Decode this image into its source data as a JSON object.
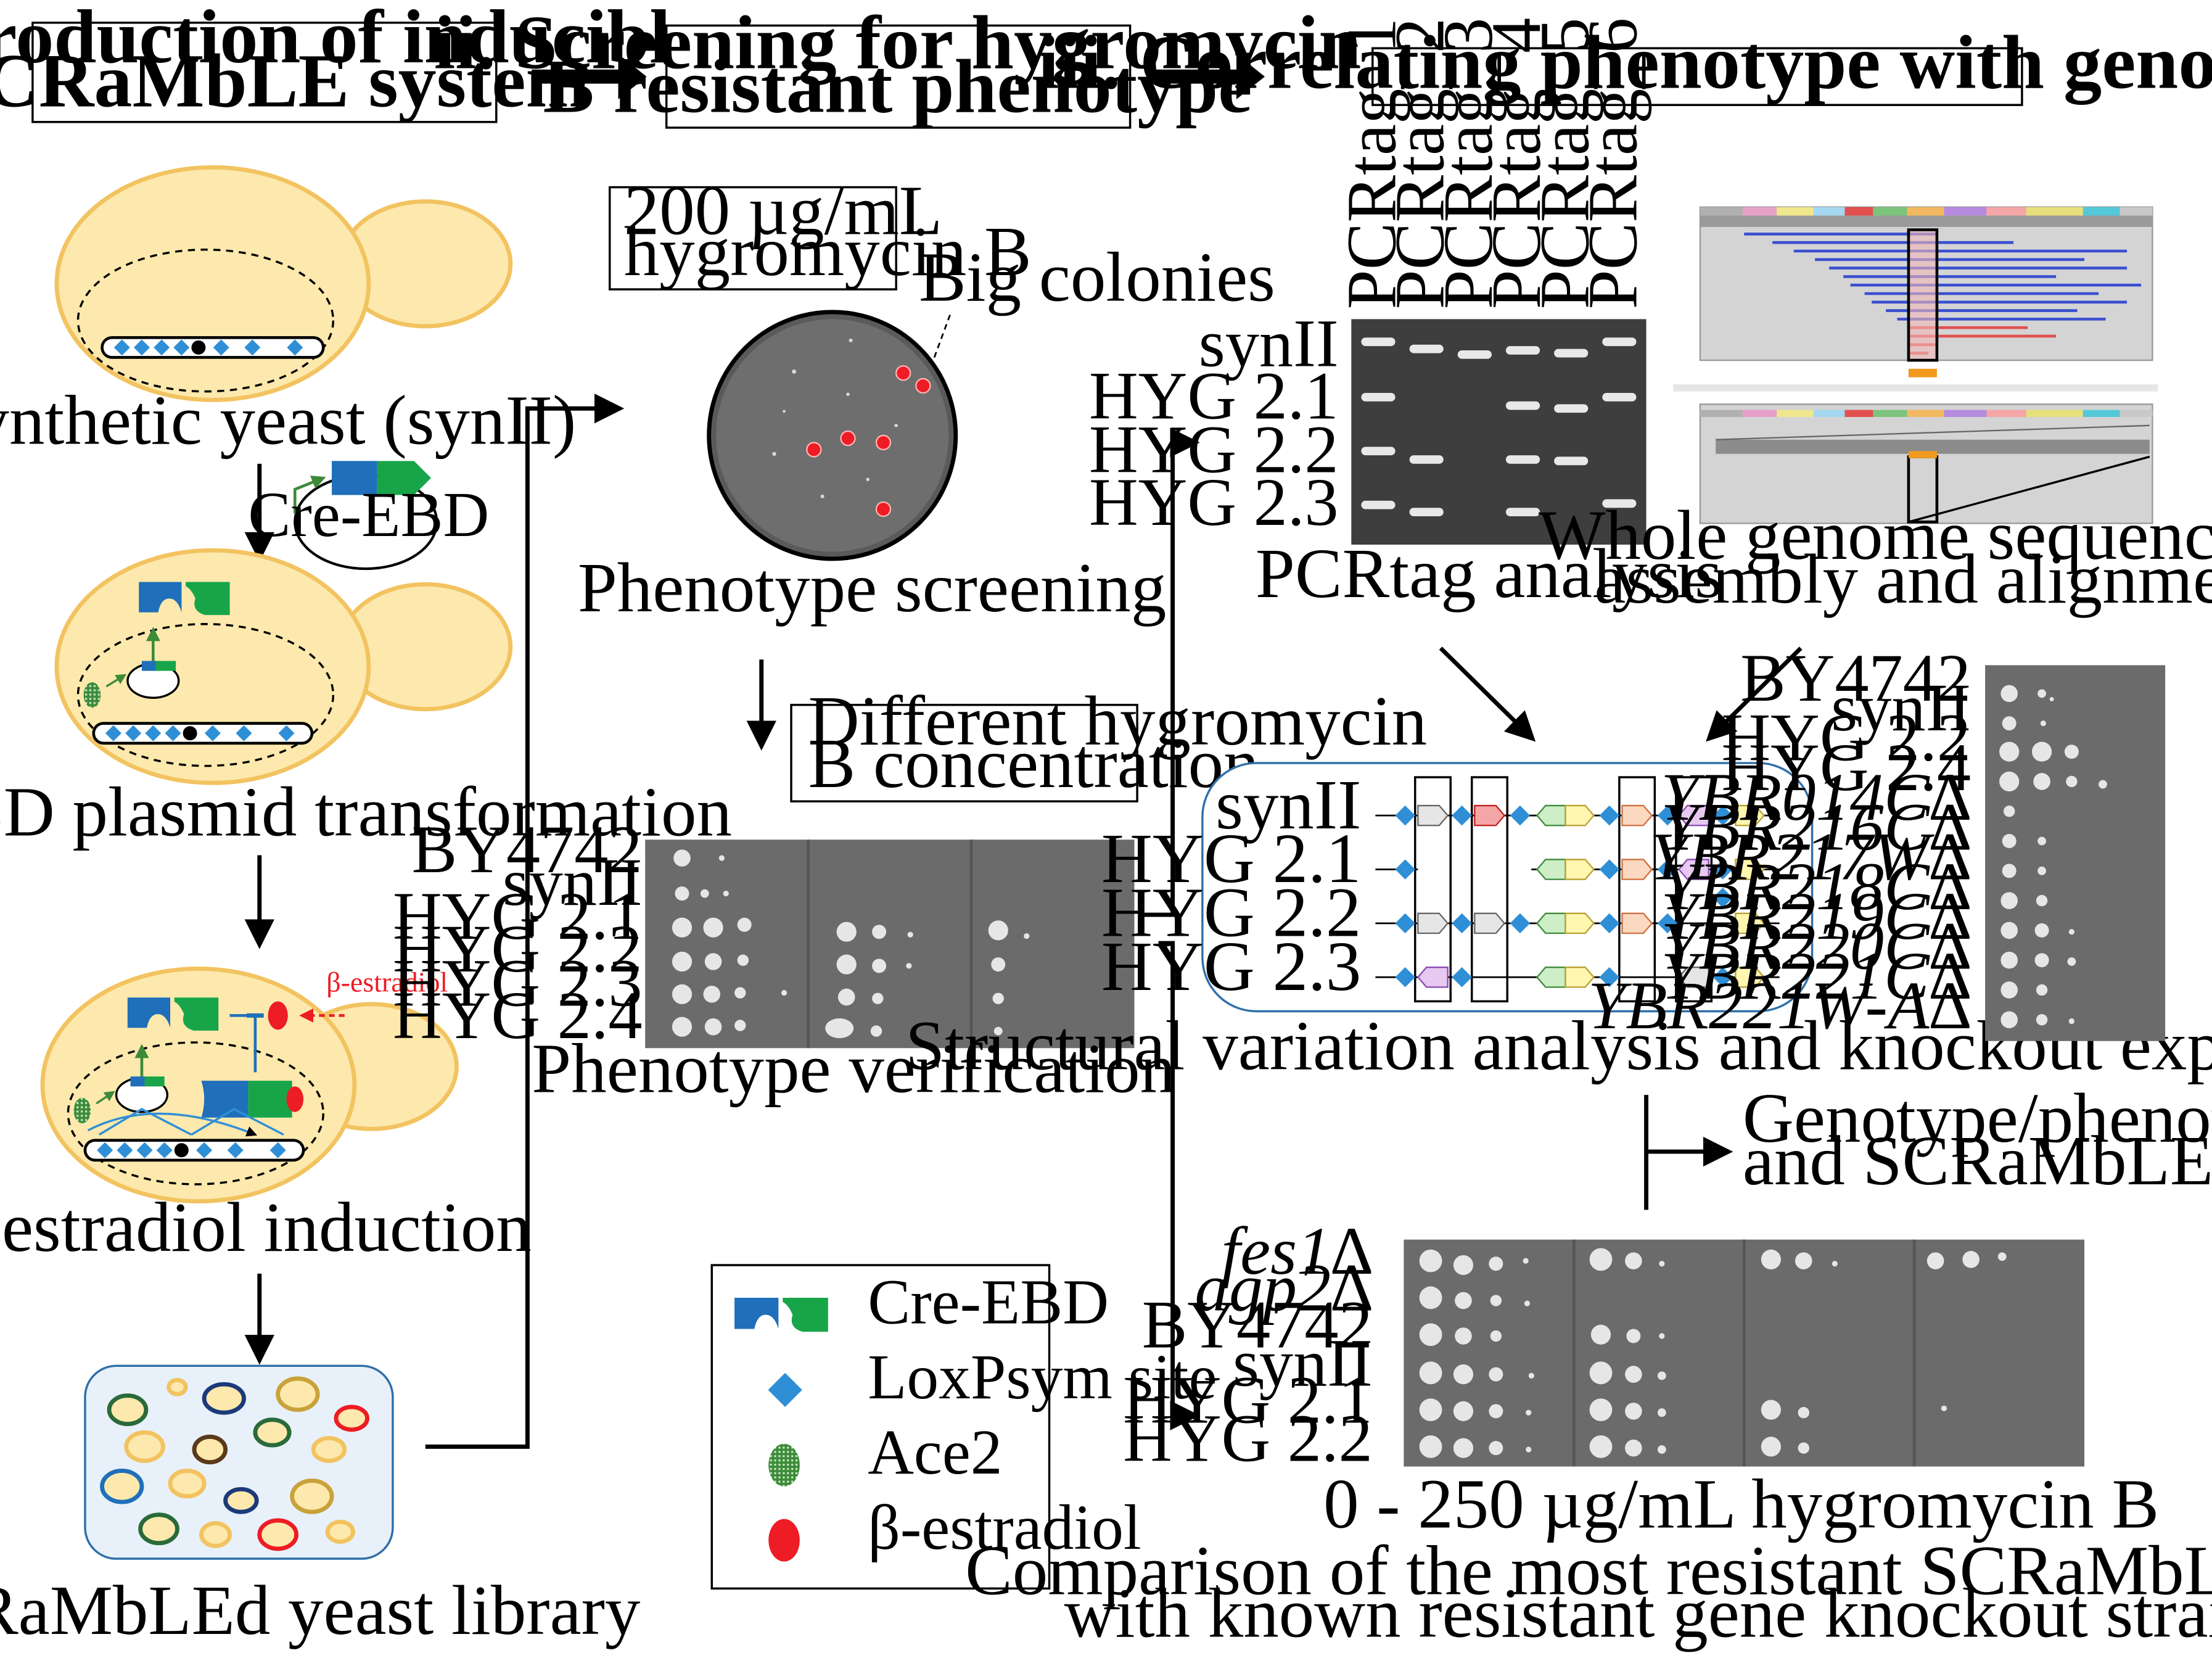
{
  "stages": [
    {
      "title_line1": "i. Introduction of inducible",
      "title_line2": "SCRaMbLE system"
    },
    {
      "title_line1": "ii. Screening for hygromycin",
      "title_line2": "B resistant phenotype"
    },
    {
      "title_line1": "iii. Correlating phenotype with genotype"
    }
  ],
  "stage1": {
    "synthetic_yeast": "Synthetic yeast (synII)",
    "plasmid_label": "Cre-EBD",
    "transformation": "Cre-EBD plasmid transformation",
    "estradiol_tag": "β-estradiol",
    "induction": "β-estradiol induction",
    "library": "SCRaMbLEd yeast library"
  },
  "stage2": {
    "conc_line1": "200 µg/mL",
    "conc_line2": "hygromycin B",
    "big_colonies": "Big colonies",
    "screening": "Phenotype screening",
    "diff_line1": "Different hygromycin",
    "diff_line2": "B concentration",
    "verif_strains": [
      "BY4742",
      "synII",
      "HYG 2.1",
      "HYG 2.2",
      "HYG 2.3",
      "HYG 2.4"
    ],
    "verification": "Phenotype verification"
  },
  "legend": [
    {
      "label": "Cre-EBD",
      "icon": "cre-ebd-icon"
    },
    {
      "label": "LoxPsym site",
      "icon": "loxpsym-icon"
    },
    {
      "label": "Ace2",
      "icon": "ace2-icon"
    },
    {
      "label": "β-estradiol",
      "icon": "estradiol-icon"
    }
  ],
  "gel": {
    "lanes": [
      "PCRtag_1",
      "PCRtag_2",
      "PCRtag_3",
      "PCRtag_4",
      "PCRtag_5",
      "PCRtag_6"
    ],
    "rows": [
      "synII",
      "HYG 2.1",
      "HYG 2.2",
      "HYG 2.3"
    ],
    "caption": "PCRtag analysis"
  },
  "wgs": {
    "caption_line1": "Whole genome sequencing,",
    "caption_line2": "assembly and alignment"
  },
  "structural": {
    "rows": [
      "synII",
      "HYG 2.1",
      "HYG 2.2",
      "HYG 2.3"
    ],
    "caption": "Structural variation analysis and knockout experiments"
  },
  "knockout_panel": {
    "strains": [
      "BY4742",
      "synII",
      "HYG 2.2",
      "HYG 2.4",
      "YBR014C∆",
      "YBR216C∆",
      "YBR217W∆",
      "YBR218C∆",
      "YBR219C∆",
      "YBR220C∆",
      "YBR221C∆",
      "YBR221W-A∆"
    ]
  },
  "correlation": {
    "line1": "Genotype/phenotype correlation",
    "line2": "and SCRaMbLE capacity"
  },
  "comparison": {
    "strains": [
      "fes1∆",
      "agp2∆",
      "BY4742",
      "synII",
      "HYG 2.1",
      "HYG 2.2"
    ],
    "concentration": "0 - 250 µg/mL hygromycin B",
    "caption_line1": "Comparison of the most resistant SCRaMbLEd strains",
    "caption_line2": "with known resistant gene knockout strains"
  },
  "colors": {
    "cell_fill": "#fde9ad",
    "cell_edge": "#f2c360",
    "cre_blue": "#1f6fba",
    "ebd_green": "#18a54a",
    "lox_blue": "#2f8fd6",
    "estradiol_red": "#ee1c24",
    "ace2_green": "#3d8b3a",
    "plate_gray": "#6e6e6e"
  }
}
